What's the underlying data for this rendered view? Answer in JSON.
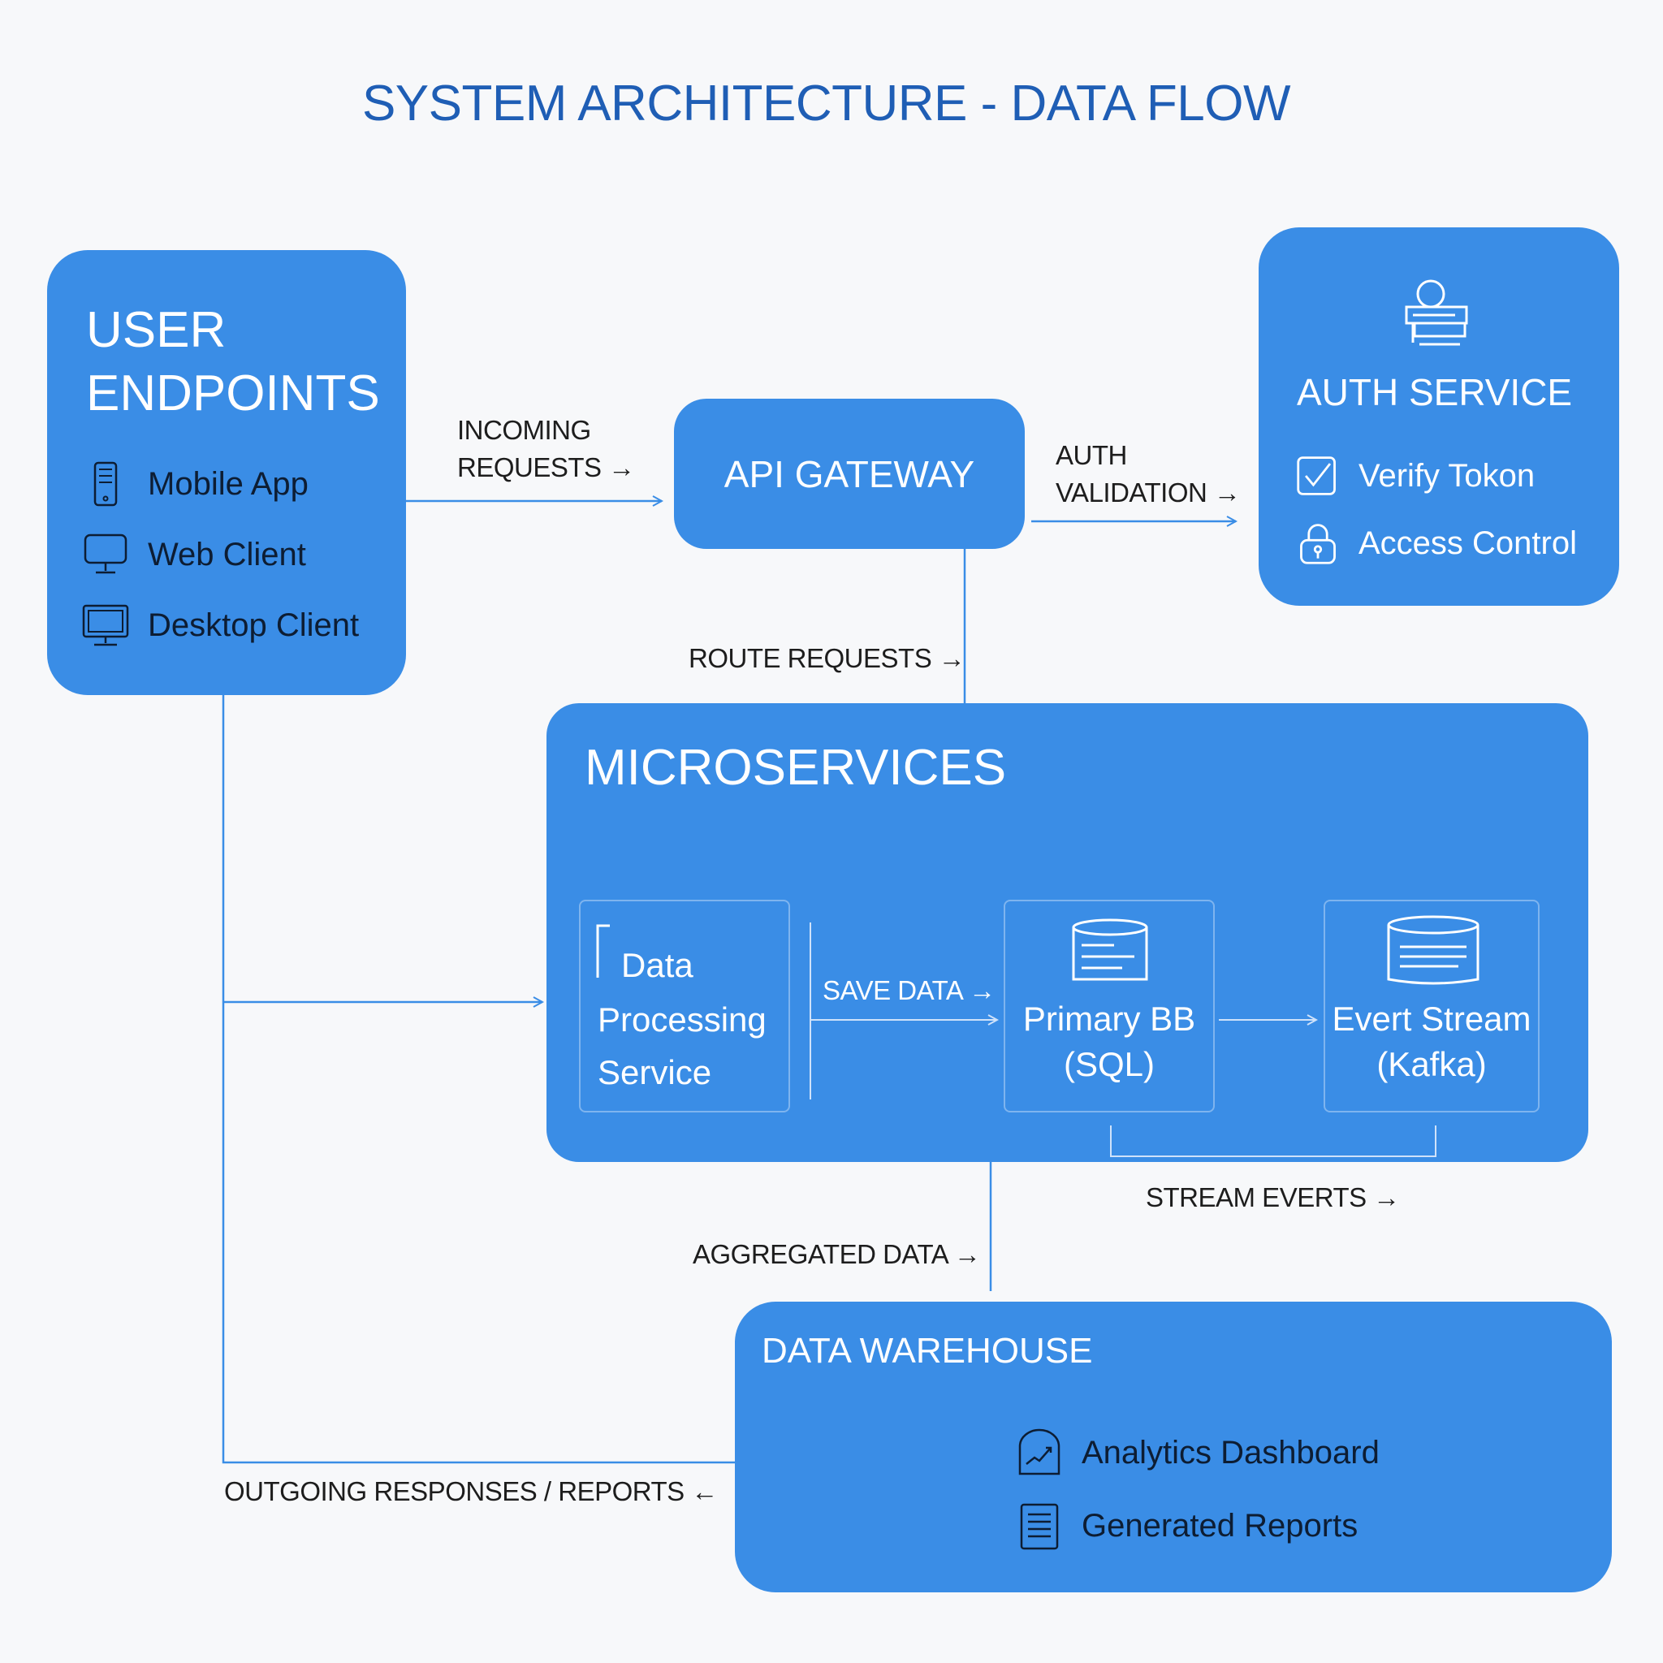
{
  "title": "SYSTEM ARCHITECTURE - DATA FLOW",
  "user_endpoints": {
    "title_line1": "USER",
    "title_line2": "ENDPOINTS",
    "items": [
      {
        "label": "Mobile App",
        "icon": "mobile-phone-icon"
      },
      {
        "label": "Web Client",
        "icon": "monitor-icon"
      },
      {
        "label": "Desktop Client",
        "icon": "desktop-computer-icon"
      }
    ]
  },
  "api_gateway": {
    "title": "API GATEWAY"
  },
  "auth_service": {
    "title": "AUTH SERVICE",
    "icon": "user-id-badge-icon",
    "items": [
      {
        "label": "Verify Tokon",
        "icon": "checkbox-check-icon"
      },
      {
        "label": "Access Control",
        "icon": "padlock-icon"
      }
    ]
  },
  "microservices": {
    "title": "MICROSERVICES",
    "data_processing": {
      "line1": "Data",
      "line2": "Processing",
      "line3": "Service"
    },
    "primary_db": {
      "line1": "Primary BB",
      "line2": "(SQL)",
      "icon": "database-icon"
    },
    "event_stream": {
      "line1": "Evert Stream",
      "line2": "(Kafka)",
      "icon": "database-icon"
    }
  },
  "data_warehouse": {
    "title": "DATA WAREHOUSE",
    "items": [
      {
        "label": "Analytics Dashboard",
        "icon": "analytics-chart-icon"
      },
      {
        "label": "Generated Reports",
        "icon": "report-document-icon"
      }
    ]
  },
  "edge_labels": {
    "incoming_line1": "INCOMING",
    "incoming_line2": "REQUESTS →",
    "auth_line1": "AUTH",
    "auth_line2": "VALIDATION →",
    "route": "ROUTE REQUESTS →",
    "save": "SAVE DATA →",
    "stream": "STREAM EVERTS →",
    "aggregated": "AGGREGATED DATA →",
    "outgoing": "OUTGOING RESPONSES / REPORTS ←"
  },
  "colors": {
    "box_fill": "#3a8de6",
    "title_text": "#1f5eb5",
    "connector": "#3a8de6",
    "background": "#f7f8fa"
  }
}
